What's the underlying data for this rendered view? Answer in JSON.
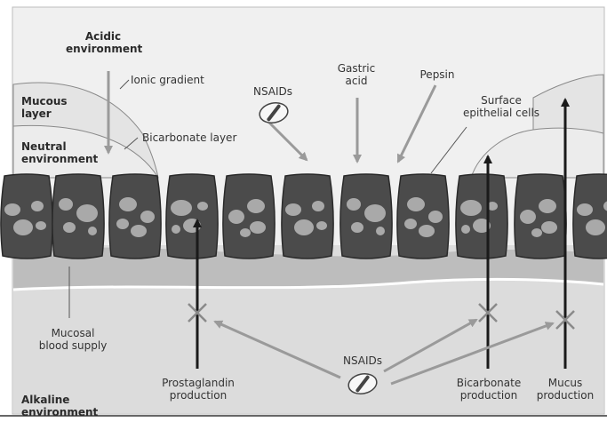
{
  "labels": {
    "acidic_environment": [
      "Acidic",
      "environment"
    ],
    "mucous_layer": [
      "Mucous",
      "layer"
    ],
    "neutral_environment": [
      "Neutral",
      "environment"
    ],
    "ionic_gradient": "Ionic gradient",
    "bicarbonate_layer": "Bicarbonate layer",
    "nsaids_top": "NSAIDs",
    "gastric_acid": [
      "Gastric",
      "acid"
    ],
    "pepsin": "Pepsin",
    "surface_epithelial_cells": [
      "Surface",
      "epithelial cells"
    ],
    "mucosal_blood_supply": [
      "Mucosal",
      "blood supply"
    ],
    "prostaglandin_production": [
      "Prostaglandin",
      "production"
    ],
    "nsaids_bottom": "NSAIDs",
    "bicarbonate_production": [
      "Bicarbonate",
      "production"
    ],
    "mucus_production": [
      "Mucus",
      "production"
    ],
    "alkaline_environment": [
      "Alkaline",
      "environment"
    ]
  },
  "colors": {
    "mucus_layer": "#e4e4e4",
    "background_band": "#f0f0f0",
    "cell_body": "#4b4b4b",
    "nucleus": "#a9a9a9",
    "submucosa_dark": "#bdbdbd",
    "submucosa_light": "#d2d2d2",
    "arrow_gray": "#9a9a9a",
    "arrow_black": "#1a1a1a"
  },
  "icons": [
    "pill-icon",
    "x-mark-icon"
  ]
}
